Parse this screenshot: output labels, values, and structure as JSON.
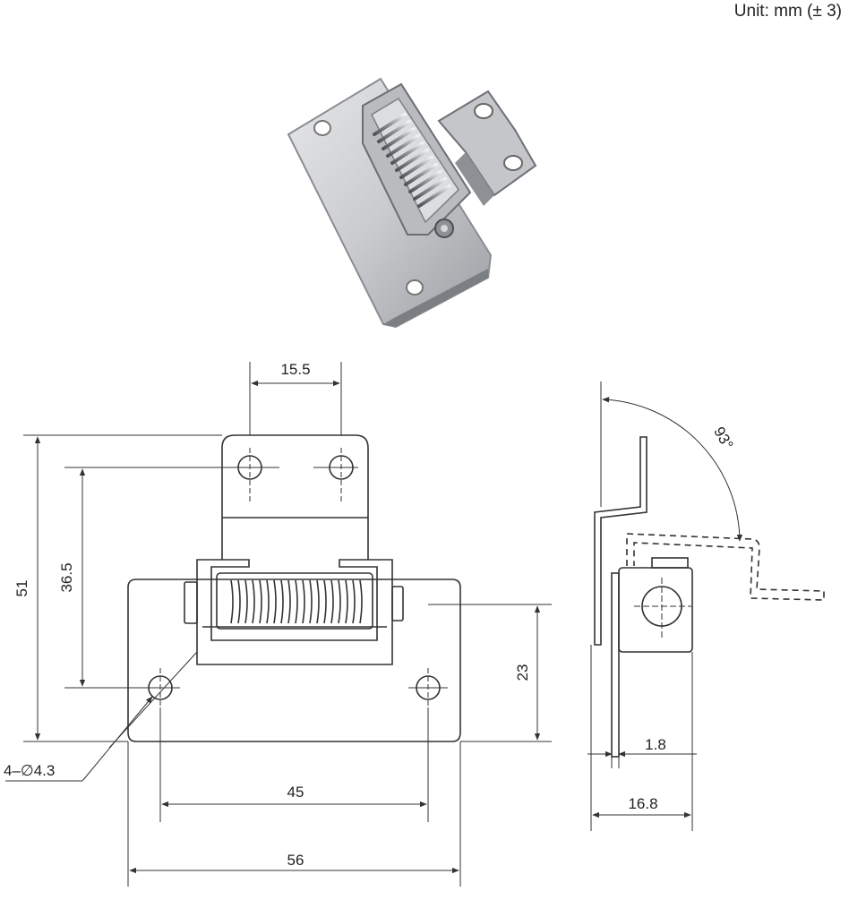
{
  "unit_note": "Unit: mm (± 3)",
  "dimensions": {
    "hole_spacing_top": "15.5",
    "overall_height": "51",
    "hole_vertical_spacing": "36.5",
    "hole_height_from_bottom": "23",
    "hole_callout": "4–∅4.3",
    "hole_spacing_bottom": "45",
    "base_width": "56",
    "thickness": "1.8",
    "side_depth": "16.8",
    "rotation_angle": "93°"
  },
  "colors": {
    "line": "#333333",
    "metal_light": "#d9dadc",
    "metal_mid": "#a9abae",
    "metal_dark": "#6e7174"
  }
}
